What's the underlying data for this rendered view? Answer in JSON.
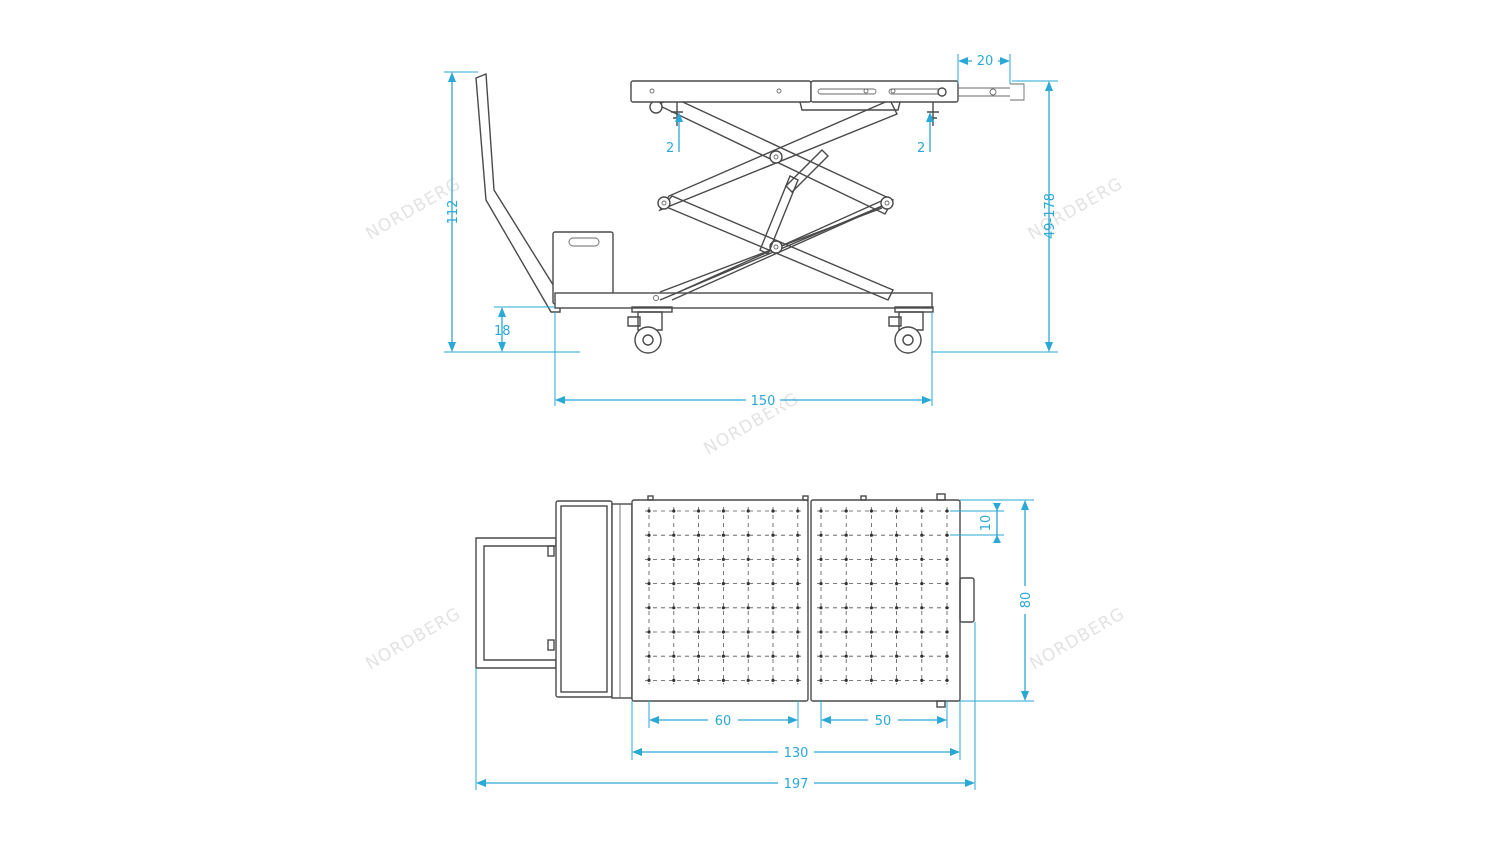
{
  "watermark": "NORDBERG",
  "dimensions": {
    "overall_height": "112",
    "base_height": "18",
    "base_length": "150",
    "extension": "20",
    "stud_left": "2",
    "stud_right": "2",
    "lift_range": "49-178",
    "hole_pitch": "10",
    "platform_width": "80",
    "section_left": "60",
    "section_right": "50",
    "platform_length": "130",
    "total_length": "197"
  },
  "colors": {
    "dimension": "#2aa8d6",
    "outline": "#4a4a4a",
    "watermark": "#e3e3e3"
  }
}
